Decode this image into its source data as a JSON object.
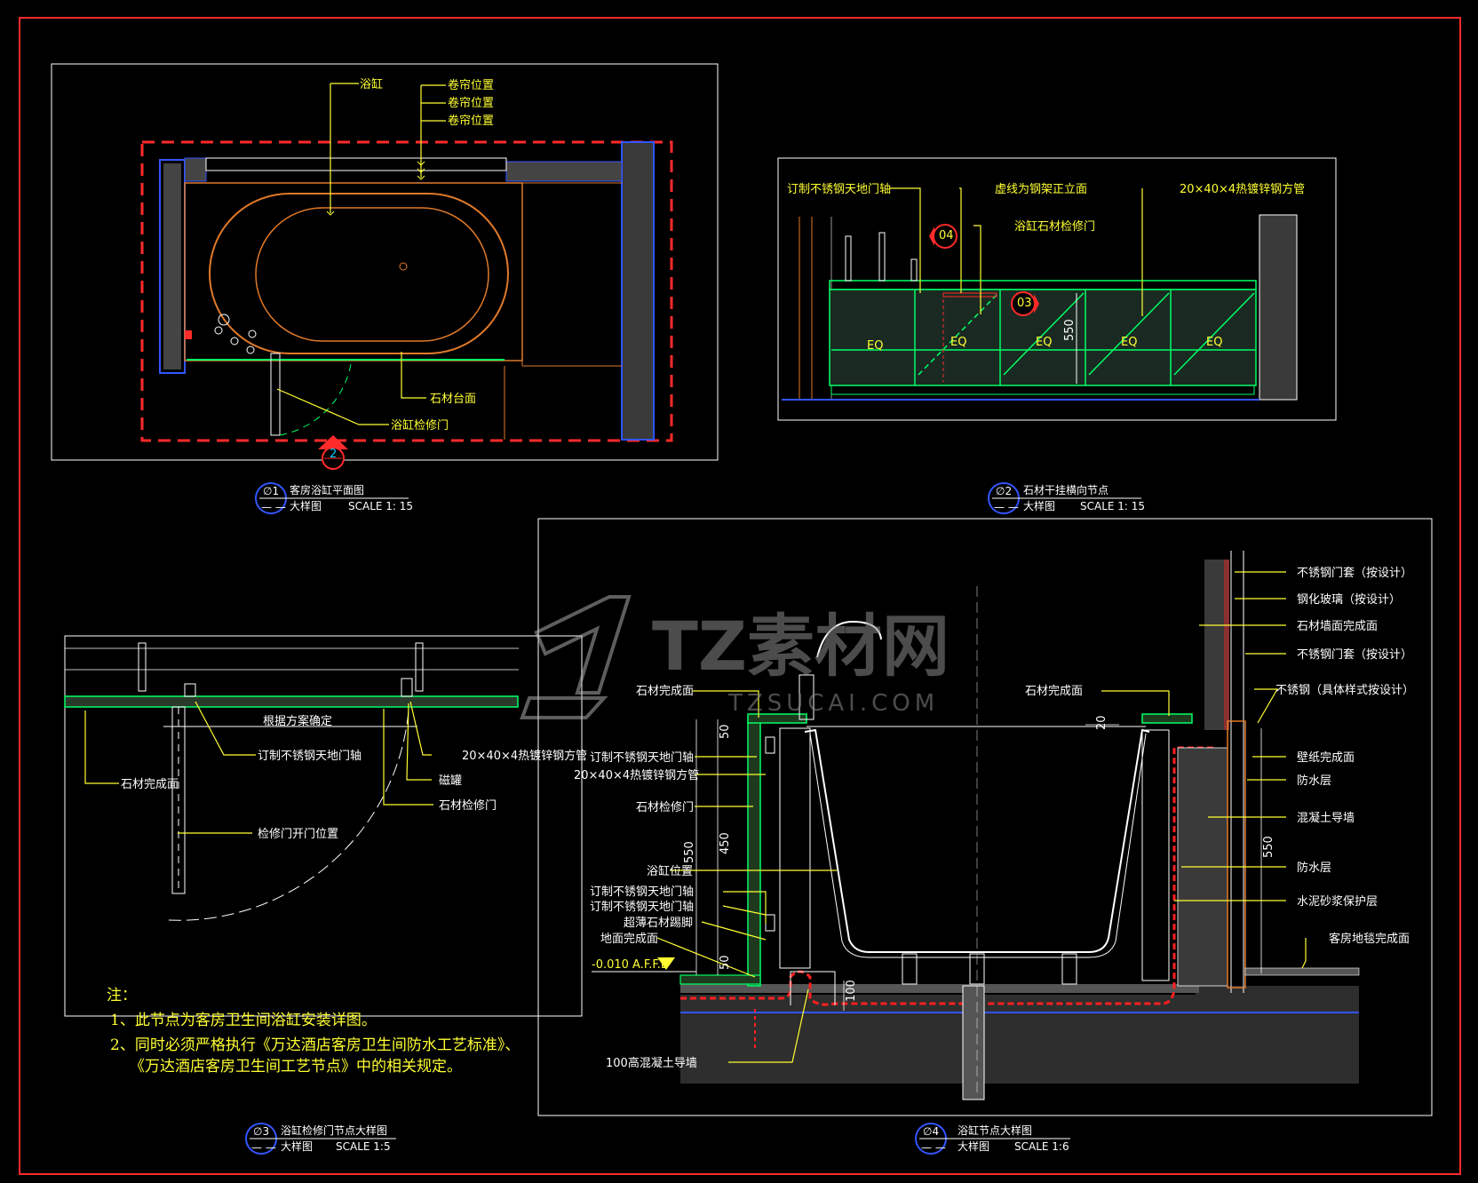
{
  "colors": {
    "background": "#000000",
    "annotation": "#ffff33",
    "frame": "#ff2a2a",
    "outline": "#ffffff",
    "stone": "#00ff66",
    "pipe": "#e07a2a",
    "waterproof": "#ff2020"
  },
  "drawing1": {
    "labels": {
      "bathtub": "浴缸",
      "curtain1": "卷帘位置",
      "curtain2": "卷帘位置",
      "curtain3": "卷帘位置",
      "stone_top": "石材台面",
      "access_door": "浴缸检修门",
      "marker": "2"
    },
    "title": {
      "symbol": "∅1",
      "name": "客房浴缸平面图",
      "sub": "大样图",
      "scale": "SCALE 1: 15",
      "sym2": "— —"
    }
  },
  "drawing2": {
    "labels": {
      "door_pivot": "订制不锈钢天地门轴",
      "dashed": "虚线为钢架正立面",
      "steel_tube": "20×40×4热镀锌钢方管",
      "access_door": "浴缸石材检修门",
      "eq1": "EQ",
      "eq2": "EQ",
      "eq3": "EQ",
      "eq4": "EQ",
      "eq5": "EQ",
      "dim550": "550",
      "m04": "04",
      "m03": "03"
    },
    "title": {
      "symbol": "∅2",
      "name": "石材干挂横向节点",
      "sub": "大样图",
      "scale": "SCALE 1: 15",
      "sym2": "— —"
    }
  },
  "drawing3": {
    "labels": {
      "plan": "根据方案确定",
      "door_pivot": "订制不锈钢天地门轴",
      "steel_tube": "20×40×4热镀锌钢方管",
      "stone_face": "石材完成面",
      "magnet": "磁罐",
      "stone_door": "石材检修门",
      "open_pos": "检修门开门位置"
    },
    "title": {
      "symbol": "∅3",
      "name": "浴缸检修门节点大样图",
      "sub": "大样图",
      "scale": "SCALE 1:5",
      "sym2": "— —"
    }
  },
  "drawing4": {
    "labels_left": {
      "stone_face": "石材完成面",
      "door_pivot": "订制不锈钢天地门轴",
      "steel_tube": "20×40×4热镀锌钢方管",
      "stone_door": "石材检修门",
      "tub_pos": "浴缸位置",
      "pivot2": "订制不锈钢天地门轴",
      "pivot3": "订制不锈钢天地门轴",
      "skirting": "超薄石材踢脚",
      "floor_face": "地面完成面",
      "level": "-0.010 A.F.F.L",
      "curb": "100高混凝土导墙"
    },
    "labels_right": {
      "stone_face": "石材完成面",
      "frame1": "不锈钢门套（按设计）",
      "glass": "钢化玻璃（按设计）",
      "wall_face": "石材墙面完成面",
      "frame2": "不锈钢门套（按设计）",
      "ss": "不锈钢（具体样式按设计）",
      "wallpaper": "壁纸完成面",
      "wp1": "防水层",
      "concrete": "混凝土导墙",
      "wp2": "防水层",
      "mortar": "水泥砂浆保护层",
      "carpet": "客房地毯完成面"
    },
    "dims": {
      "d50a": "50",
      "d550a": "550",
      "d450": "450",
      "d50b": "50",
      "d20": "20",
      "d550b": "550",
      "d100": "100"
    },
    "title": {
      "symbol": "∅4",
      "name": "浴缸节点大样图",
      "sub": "大样图",
      "scale": "SCALE 1:6",
      "sym2": "— —"
    }
  },
  "notes": {
    "head": "注：",
    "line1": "1、此节点为客房卫生间浴缸安装详图。",
    "line2": "2、同时必须严格执行《万达酒店客房卫生间防水工艺标准》、",
    "line3": "《万达酒店客房卫生间工艺节点》中的相关规定。"
  },
  "watermark": {
    "brand": "TZ素材网",
    "url": "TZSUCAI.COM"
  }
}
